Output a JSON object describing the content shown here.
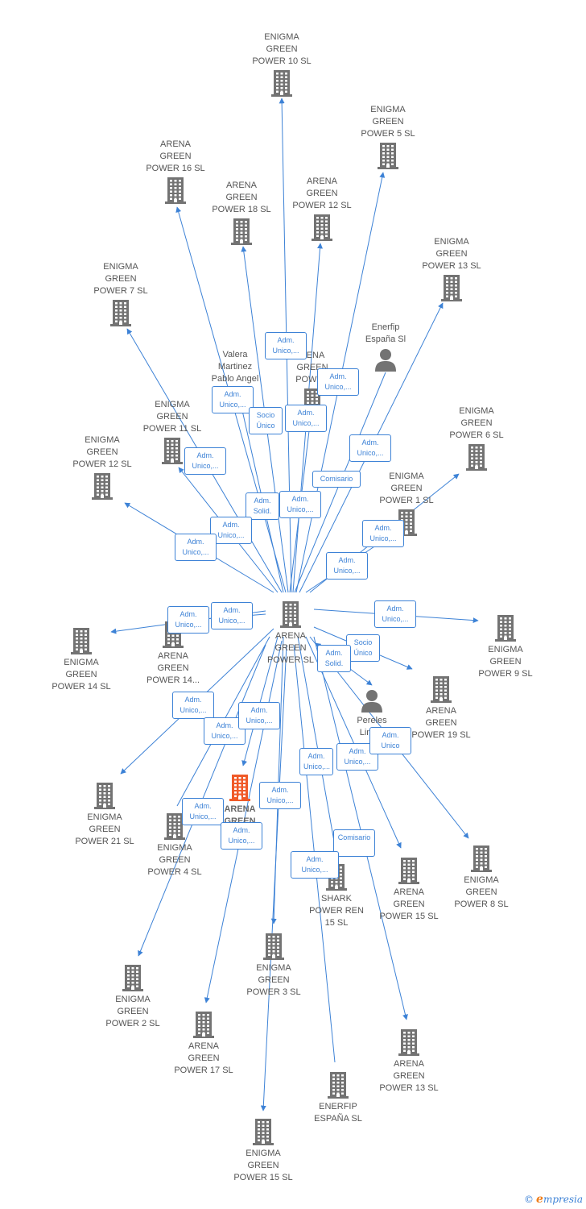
{
  "diagram": {
    "colors": {
      "edge": "#3d82d6",
      "building": "#737373",
      "highlight": "#f05a28",
      "person": "#737373"
    },
    "center": {
      "id": "center",
      "label": "ARENA\nGREEN\nPOWER  SL",
      "icon": "building-icon"
    },
    "nodes": [
      {
        "id": "eg10",
        "label": "ENIGMA\nGREEN\nPOWER 10  SL",
        "icon": "building-icon"
      },
      {
        "id": "eg5",
        "label": "ENIGMA\nGREEN\nPOWER 5  SL",
        "icon": "building-icon"
      },
      {
        "id": "ag16",
        "label": "ARENA\nGREEN\nPOWER 16  SL",
        "icon": "building-icon"
      },
      {
        "id": "ag18",
        "label": "ARENA\nGREEN\nPOWER 18  SL",
        "icon": "building-icon"
      },
      {
        "id": "ag12",
        "label": "ARENA\nGREEN\nPOWER 12  SL",
        "icon": "building-icon"
      },
      {
        "id": "eg13",
        "label": "ENIGMA\nGREEN\nPOWER 13  SL",
        "icon": "building-icon"
      },
      {
        "id": "eg7",
        "label": "ENIGMA\nGREEN\nPOWER 7  SL",
        "icon": "building-icon"
      },
      {
        "id": "enerfip-person",
        "label": "Enerfip\nEspaña Sl",
        "icon": "person-icon"
      },
      {
        "id": "valera",
        "label": "Valera\nMartinez\nPablo Angel",
        "icon": "person-icon"
      },
      {
        "id": "agpartial",
        "label": "RENA\nGREEN\nPOWER",
        "icon": "building-icon"
      },
      {
        "id": "eg11",
        "label": "ENIGMA\nGREEN\nPOWER 11  SL",
        "icon": "building-icon"
      },
      {
        "id": "eg6",
        "label": "ENIGMA\nGREEN\nPOWER 6  SL",
        "icon": "building-icon"
      },
      {
        "id": "eg12",
        "label": "ENIGMA\nGREEN\nPOWER 12  SL",
        "icon": "building-icon"
      },
      {
        "id": "eg1",
        "label": "ENIGMA\nGREEN\nPOWER 1  SL",
        "icon": "building-icon"
      },
      {
        "id": "eg14",
        "label": "ENIGMA\nGREEN\nPOWER 14  SL",
        "icon": "building-icon"
      },
      {
        "id": "ag14",
        "label": "ARENA\nGREEN\nPOWER 14...",
        "icon": "building-icon"
      },
      {
        "id": "eg9",
        "label": "ENIGMA\nGREEN\nPOWER 9  SL",
        "icon": "building-icon"
      },
      {
        "id": "ag19",
        "label": "ARENA\nGREEN\nPOWER 19  SL",
        "icon": "building-icon"
      },
      {
        "id": "pereles",
        "label": "Pereles\nLinero",
        "icon": "person-icon"
      },
      {
        "id": "eg21",
        "label": "ENIGMA\nGREEN\nPOWER 21  SL",
        "icon": "building-icon"
      },
      {
        "id": "highlight",
        "label": "ARENA\nGREEN\nP...",
        "icon": "building-icon",
        "highlight": true
      },
      {
        "id": "eg4",
        "label": "ENIGMA\nGREEN\nPOWER 4  SL",
        "icon": "building-icon"
      },
      {
        "id": "shark",
        "label": "SHARK\nPOWER REN\n15  SL",
        "icon": "building-icon"
      },
      {
        "id": "ag15",
        "label": "ARENA\nGREEN\nPOWER 15  SL",
        "icon": "building-icon"
      },
      {
        "id": "eg8",
        "label": "ENIGMA\nGREEN\nPOWER 8  SL",
        "icon": "building-icon"
      },
      {
        "id": "eg3",
        "label": "ENIGMA\nGREEN\nPOWER 3  SL",
        "icon": "building-icon"
      },
      {
        "id": "eg2",
        "label": "ENIGMA\nGREEN\nPOWER 2  SL",
        "icon": "building-icon"
      },
      {
        "id": "ag17",
        "label": "ARENA\nGREEN\nPOWER 17  SL",
        "icon": "building-icon"
      },
      {
        "id": "ag13",
        "label": "ARENA\nGREEN\nPOWER 13  SL",
        "icon": "building-icon"
      },
      {
        "id": "enerfip",
        "label": "ENERFIP\nESPAÑA  SL",
        "icon": "building-icon"
      },
      {
        "id": "egp15",
        "label": "ENIGMA\nGREEN\nPOWER 15  SL",
        "icon": "building-icon"
      }
    ],
    "edge_labels": [
      "Adm.\nUnico,...",
      "Adm.\nUnico,...",
      "Adm.\nUnico,...",
      "Socio\nÚnico",
      "Adm.\nUnico,...",
      "Adm.\nUnico,...",
      "Adm.\nUnico,...",
      "Comisario",
      "Adm.\nSolid.",
      "Adm.\nUnico,...",
      "Adm.\nUnico,...",
      "Adm.\nUnico,...",
      "Adm.\nUnico,...",
      "Adm.\nUnico,...",
      "Adm.\nUnico,...",
      "Adm.\nUnico,...",
      "Adm.\nUnico,...",
      "Socio\nÚnico",
      "Adm.\nSolid.",
      "Adm.\nUnico,...",
      "Adm.\nUnico,...",
      "Adm.\nUnico,...",
      "Adm.\nUnico,...",
      "Adm.\nUnico",
      "Adm.\nUnico,...",
      "Adm.\nUnico,...",
      "Adm.\nUnico,...",
      "Adm.\nUnico,...",
      "Comisario",
      "Adm.\nUnico,..."
    ]
  },
  "footer": {
    "copyright": "©",
    "brand_initial": "e",
    "brand_rest": "mpresia"
  }
}
